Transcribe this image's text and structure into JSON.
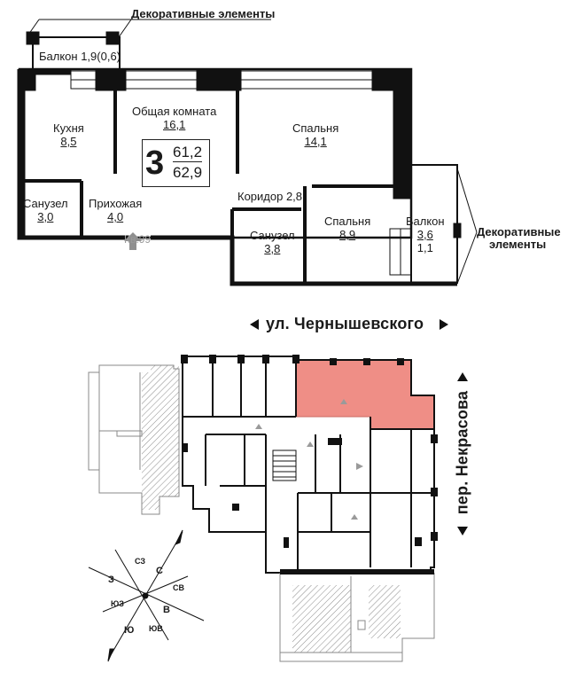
{
  "labels": {
    "deco_top": "Декоративные элементы",
    "deco_right_1": "Декоративные",
    "deco_right_2": "элементы",
    "balcony_top": "Балкон 1,9(0,6)",
    "kitchen_name": "Кухня",
    "kitchen_area": "8,5",
    "living_name": "Общая комната",
    "living_area": "16,1",
    "bed1_name": "Спальня",
    "bed1_area": "14,1",
    "bath1_name": "Санузел",
    "bath1_area": "3,0",
    "hall_name": "Прихожая",
    "hall_area": "4,0",
    "corridor": "Коридор 2,8",
    "bath2_name": "Санузел",
    "bath2_area": "3,8",
    "bed2_name": "Спальня",
    "bed2_area": "8,9",
    "balcony_right_name": "Балкон",
    "balcony_right_a": "3,6",
    "balcony_right_b": "1,1",
    "apt_number": "Кв.99"
  },
  "summary": {
    "rooms": "3",
    "living_area": "61,2",
    "total_area": "62,9"
  },
  "streets": {
    "top": "ул. Чернышевского",
    "right": "пер. Некрасова"
  },
  "compass": {
    "n": "С",
    "s": "Ю",
    "e": "В",
    "w": "З",
    "nw": "СЗ",
    "ne": "СВ",
    "sw": "ЮЗ",
    "se": "ЮВ"
  },
  "colors": {
    "highlight": "#ef8e86",
    "wall": "#111111",
    "hatch": "#9a9a9a"
  }
}
